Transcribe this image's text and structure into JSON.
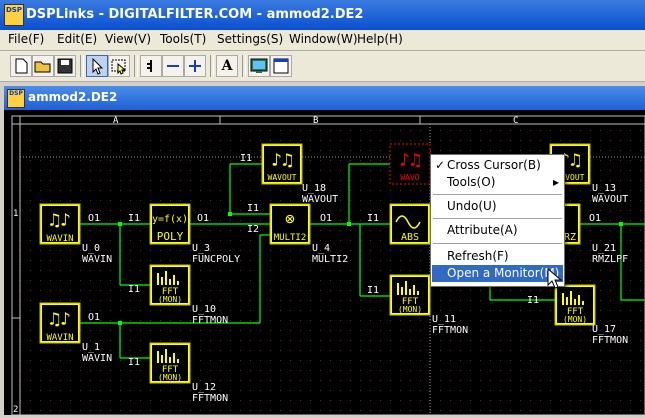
{
  "app": {
    "title": "DSPLinks - DIGITALFILTER.COM - ammod2.DE2",
    "icon_text": "DSP",
    "icon": "dsplinks-app-icon"
  },
  "menu": [
    "File(F)",
    "Edit(E)",
    "View(V)",
    "Tools(T)",
    "Settings(S)",
    "Window(W)",
    "Help(H)"
  ],
  "toolbar": {
    "icons": [
      "new-file-icon",
      "open-folder-icon",
      "save-icon",
      "pointer-icon",
      "select-tool-icon",
      "wire-tool-icon",
      "minus-tool-icon",
      "plus-tool-icon",
      "text-tool-icon",
      "monitor-icon",
      "window-icon"
    ],
    "text_tool_label": "A"
  },
  "document": {
    "title": "ammod2.DE2",
    "icon_text": "DSP"
  },
  "sheet": {
    "columns": [
      "A",
      "B",
      "C"
    ],
    "rows": [
      "1",
      "2"
    ]
  },
  "blocks": [
    {
      "id": "wavin0",
      "type": "WAVIN",
      "label": "WAVIN",
      "name": "U_0",
      "func": "WAVIN"
    },
    {
      "id": "wavin1",
      "type": "WAVIN",
      "label": "WAVIN",
      "name": "U_1",
      "func": "WAVIN"
    },
    {
      "id": "poly",
      "type": "POLY",
      "label": "POLY",
      "glyph": "y=f(x)",
      "name": "U_3",
      "func": "FUNCPOLY"
    },
    {
      "id": "fft10",
      "type": "FFT",
      "label": "FFT",
      "sub": "(MON)",
      "name": "U_10",
      "func": "FFTMON"
    },
    {
      "id": "fft12",
      "type": "FFT",
      "label": "FFT",
      "sub": "(MON)",
      "name": "U_12",
      "func": "FFTMON"
    },
    {
      "id": "wavout18",
      "type": "WAVOUT",
      "label": "WAVOUT",
      "name": "U_18",
      "func": "WAVOUT"
    },
    {
      "id": "multi",
      "type": "MULTI2",
      "label": "MULTI2",
      "glyph": "⊗",
      "name": "U_4",
      "func": "MULTI2"
    },
    {
      "id": "abs",
      "type": "ABS",
      "label": "ABS"
    },
    {
      "id": "fft11",
      "type": "FFT",
      "label": "FFT",
      "sub": "(MON)",
      "name": "U_11",
      "func": "FFTMON"
    },
    {
      "id": "wavoutsel",
      "type": "WAVOUT",
      "label": "WAVO"
    },
    {
      "id": "wavout13",
      "type": "WAVOUT",
      "label": "WAVOUT",
      "name": "U_13",
      "func": "WAVOUT"
    },
    {
      "id": "rmz",
      "type": "RMZLPF",
      "label": "RZ",
      "name": "U_21",
      "func": "RMZLPF"
    },
    {
      "id": "fft17",
      "type": "FFT",
      "label": "FFT",
      "sub": "(MON)",
      "name": "U_17",
      "func": "FFTMON"
    }
  ],
  "ports": {
    "I1": "I1",
    "I2": "I2",
    "O1": "O1"
  },
  "context_menu": [
    {
      "label": "Cross Cursor(B)",
      "checked": true,
      "check": "✓"
    },
    {
      "label": "Tools(O)",
      "submenu": true,
      "arrow": "▸"
    },
    {
      "label": "Undo(U)"
    },
    {
      "label": "Attribute(A)"
    },
    {
      "label": "Refresh(F)"
    },
    {
      "label": "Open a Monitor(M)",
      "highlighted": true
    }
  ],
  "colors": {
    "block_fill": "#ffff00",
    "block_border": "#c0c000",
    "wire": "#00ff00",
    "text": "#ffffff",
    "sheet_border": "#c0c0c0",
    "selected_block": "#ff0000",
    "menu_highlight": "#316ac5"
  }
}
